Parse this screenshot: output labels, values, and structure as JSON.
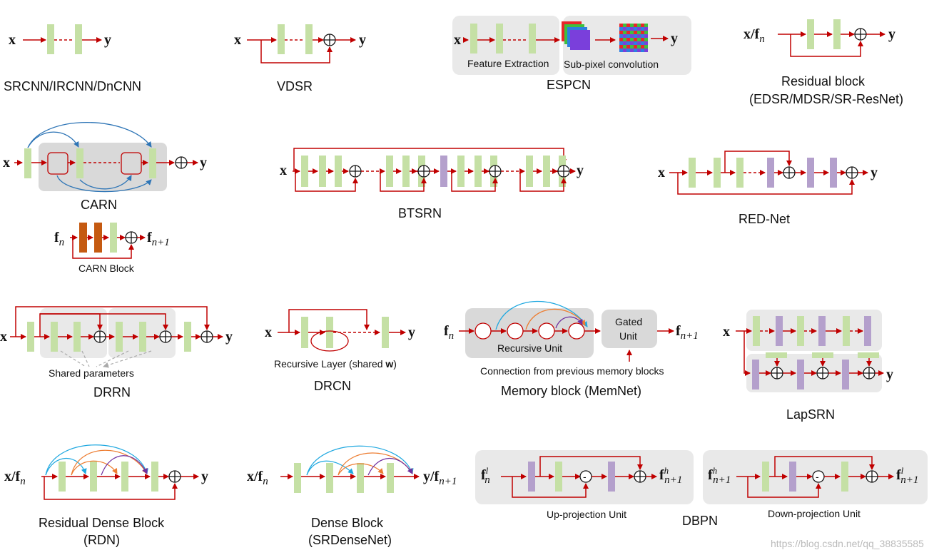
{
  "colors": {
    "arrow": "#c00000",
    "conv": "#c5e0a5",
    "purple": "#b4a0cc",
    "orange_block": "#c55a11",
    "panel": "#e9e9e9",
    "blue_skip": "#2e75b6",
    "cyan_skip": "#1fa8e0",
    "orange_skip": "#ed7d31",
    "violet_skip": "#7030a0"
  },
  "panels": {
    "srcnn": {
      "caption": "SRCNN/IRCNN/DnCNN",
      "in": "x",
      "out": "y"
    },
    "vdsr": {
      "caption": "VDSR",
      "in": "x",
      "out": "y"
    },
    "espcn": {
      "caption": "ESPCN",
      "in": "x",
      "out": "y",
      "feature_label": "Feature Extraction",
      "subpixel_label": "Sub-pixel convolution"
    },
    "resblock": {
      "caption_line1": "Residual block",
      "caption_line2": "(EDSR/MDSR/SR-ResNet)",
      "in": "x/f",
      "in_sub": "n",
      "out": "y"
    },
    "carn": {
      "caption": "CARN",
      "in": "x",
      "out": "y"
    },
    "carn_block": {
      "caption": "CARN Block",
      "in": "f",
      "in_sub": "n",
      "out": "f",
      "out_sub": "n+1"
    },
    "btsrn": {
      "caption": "BTSRN",
      "in": "x",
      "out": "y"
    },
    "rednet": {
      "caption": "RED-Net",
      "in": "x",
      "out": "y"
    },
    "drrn": {
      "caption": "DRRN",
      "in": "x",
      "out": "y",
      "shared_label": "Shared parameters"
    },
    "drcn": {
      "caption": "DRCN",
      "in": "x",
      "out": "y",
      "recursive_label": "Recursive Layer (shared ",
      "recursive_w": "w",
      "recursive_close": ")"
    },
    "memnet": {
      "caption": "Memory block (MemNet)",
      "in": "f",
      "in_sub": "n",
      "out": "f",
      "out_sub": "n+1",
      "recursive_unit": "Recursive Unit",
      "gated_line1": "Gated",
      "gated_line2": "Unit",
      "connection_label": "Connection from previous memory blocks"
    },
    "lapsrn": {
      "caption": "LapSRN",
      "in": "x",
      "out": "y"
    },
    "rdn": {
      "caption_line1": "Residual Dense Block",
      "caption_line2": "(RDN)",
      "in": "x/f",
      "in_sub": "n",
      "out": "y"
    },
    "srdensenet": {
      "caption_line1": "Dense Block",
      "caption_line2": "(SRDenseNet)",
      "in": "x/f",
      "in_sub": "n",
      "out": "y/f",
      "out_sub": "n+1"
    },
    "dbpn": {
      "caption": "DBPN",
      "up_label": "Up-projection Unit",
      "down_label": "Down-projection Unit",
      "up_in": "f",
      "up_in_sup": "l",
      "up_in_sub": "n",
      "up_out": "f",
      "up_out_sup": "h",
      "up_out_sub": "n+1",
      "down_in": "f",
      "down_in_sup": "h",
      "down_in_sub": "n+1",
      "down_out": "f",
      "down_out_sup": "l",
      "down_out_sub": "n+1",
      "minus": "-"
    }
  },
  "watermark": "https://blog.csdn.net/qq_38835585"
}
